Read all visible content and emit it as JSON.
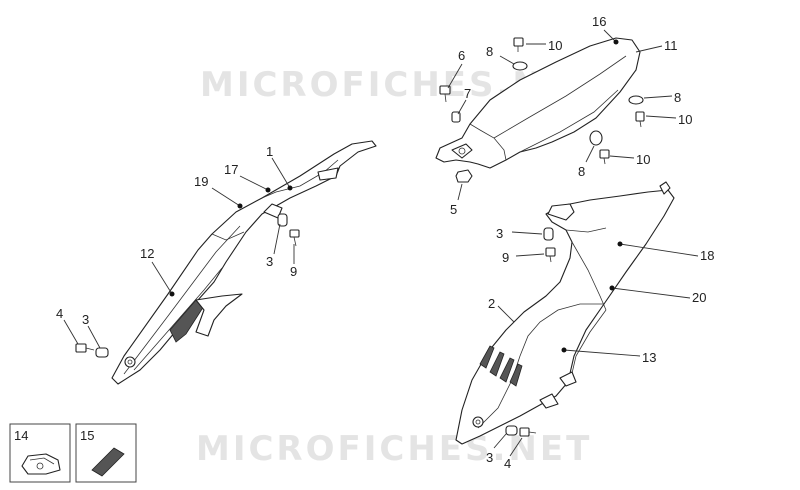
{
  "watermark": {
    "top": "MICROFICHES.NET",
    "bottom": "MICROFICHES.NET"
  },
  "callouts": {
    "c1": "1",
    "c2": "2",
    "c3a": "3",
    "c3b": "3",
    "c3c": "3",
    "c3d": "3",
    "c4a": "4",
    "c4b": "4",
    "c5": "5",
    "c6": "6",
    "c7": "7",
    "c8a": "8",
    "c8b": "8",
    "c8c": "8",
    "c9a": "9",
    "c9b": "9",
    "c10a": "10",
    "c10b": "10",
    "c10c": "10",
    "c11": "11",
    "c12": "12",
    "c13": "13",
    "c14": "14",
    "c15": "15",
    "c16": "16",
    "c17": "17",
    "c18": "18",
    "c19": "19",
    "c20": "20"
  },
  "icons": {
    "clip": "speed-nut-clip-icon",
    "tape": "adhesive-pad-icon"
  }
}
